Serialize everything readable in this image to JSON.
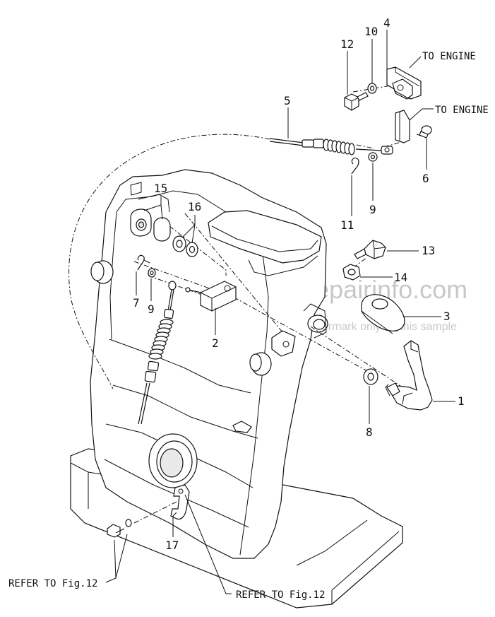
{
  "diagram": {
    "part_labels": {
      "p1": "1",
      "p2": "2",
      "p3": "3",
      "p4": "4",
      "p5": "5",
      "p6": "6",
      "p7": "7",
      "p8": "8",
      "p9a": "9",
      "p9b": "9",
      "p10": "10",
      "p11": "11",
      "p12": "12",
      "p13": "13",
      "p14": "14",
      "p15": "15",
      "p16": "16",
      "p17": "17"
    },
    "callouts": {
      "to_engine_top": "TO ENGINE",
      "to_engine_mid": "TO ENGINE",
      "refer_left": "REFER TO Fig.12",
      "refer_bottom": "REFER TO Fig.12"
    },
    "watermark": {
      "brand": "eRepairinfo.com",
      "note": "Watermark only on this sample"
    }
  }
}
